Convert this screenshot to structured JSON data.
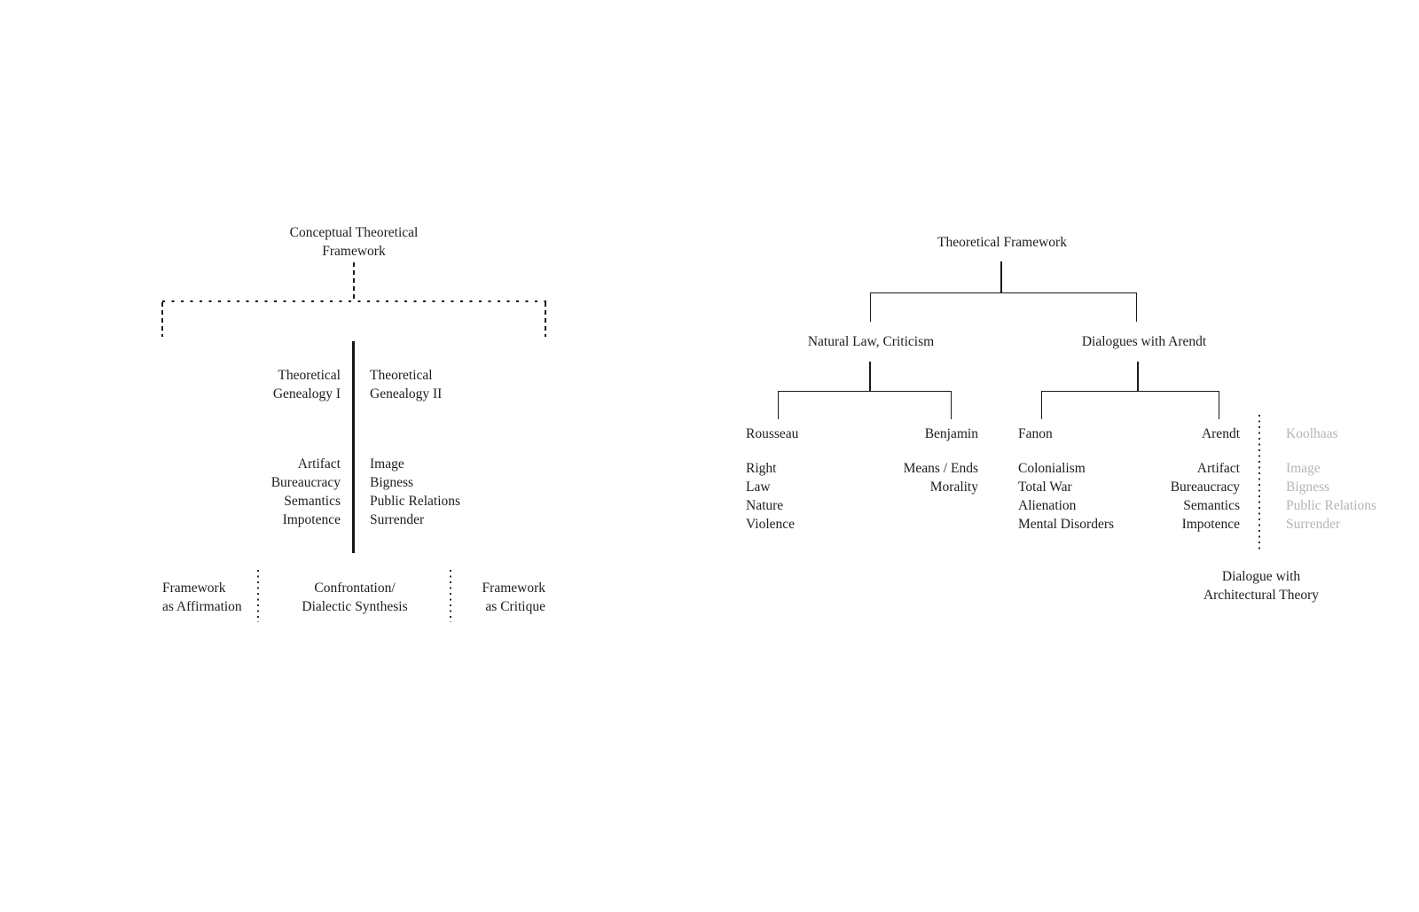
{
  "colors": {
    "text": "#1d1d1d",
    "muted_text": "#b5b5b5",
    "line": "#1a1a1a",
    "background": "#ffffff"
  },
  "left_diagram": {
    "title_line1": "Conceptual Theoretical",
    "title_line2": "Framework",
    "genealogy1": {
      "label_line1": "Theoretical",
      "label_line2": "Genealogy I",
      "items": [
        "Artifact",
        "Bureaucracy",
        "Semantics",
        "Impotence"
      ]
    },
    "genealogy2": {
      "label_line1": "Theoretical",
      "label_line2": "Genealogy II",
      "items": [
        "Image",
        "Bigness",
        "Public Relations",
        "Surrender"
      ]
    },
    "bottom": {
      "left_line1": "Framework",
      "left_line2": "as Affirmation",
      "center_line1": "Confrontation/",
      "center_line2": "Dialectic Synthesis",
      "right_line1": "Framework",
      "right_line2": "as Critique"
    }
  },
  "right_diagram": {
    "title": "Theoretical Framework",
    "branch1": {
      "label": "Natural Law, Criticism",
      "children": [
        {
          "name": "Rousseau",
          "items": [
            "Right",
            "Law",
            "Nature",
            "Violence"
          ]
        },
        {
          "name": "Benjamin",
          "items": [
            "Means / Ends",
            "Morality"
          ]
        }
      ]
    },
    "branch2": {
      "label": "Dialogues with Arendt",
      "children": [
        {
          "name": "Fanon",
          "items": [
            "Colonialism",
            "Total War",
            "Alienation",
            "Mental Disorders"
          ]
        },
        {
          "name": "Arendt",
          "items": [
            "Artifact",
            "Bureaucracy",
            "Semantics",
            "Impotence"
          ]
        }
      ]
    },
    "ghost_column": {
      "name": "Koolhaas",
      "items": [
        "Image",
        "Bigness",
        "Public Relations",
        "Surrender"
      ]
    },
    "caption_line1": "Dialogue with",
    "caption_line2": "Architectural Theory"
  }
}
